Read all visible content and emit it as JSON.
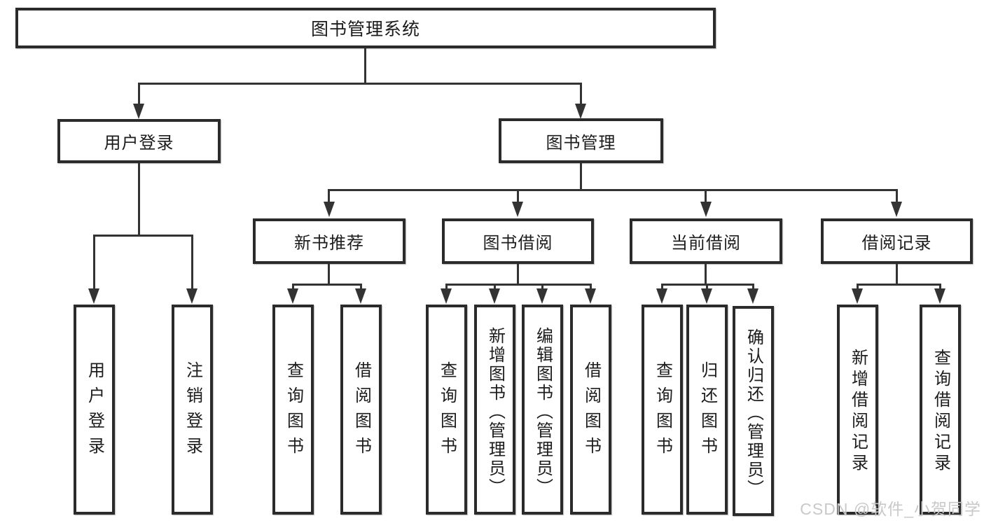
{
  "diagram_type": "hierarchy-tree",
  "hierarchy": {
    "root": "图书管理系统",
    "children": [
      {
        "label": "用户登录",
        "children": [
          "用户登录",
          "注销登录"
        ]
      },
      {
        "label": "图书管理",
        "children": [
          {
            "label": "新书推荐",
            "children": [
              "查询图书",
              "借阅图书"
            ]
          },
          {
            "label": "图书借阅",
            "children": [
              "查询图书",
              "新增图书（管理员）",
              "编辑图书（管理员）",
              "借阅图书"
            ]
          },
          {
            "label": "当前借阅",
            "children": [
              "查询图书",
              "归还图书",
              "确认归还（管理员）"
            ]
          },
          {
            "label": "借阅记录",
            "children": [
              "新增借阅记录",
              "查询借阅记录"
            ]
          }
        ]
      }
    ]
  },
  "watermark": {
    "text": "CSDN @软件_小贺同学",
    "color": "#c9c9c9"
  },
  "colors": {
    "background": "#ffffff",
    "box_fill": "#ffffff",
    "box_border": "#2b2b2b",
    "connector_line": "#333333",
    "text": "#1c1c1c"
  }
}
